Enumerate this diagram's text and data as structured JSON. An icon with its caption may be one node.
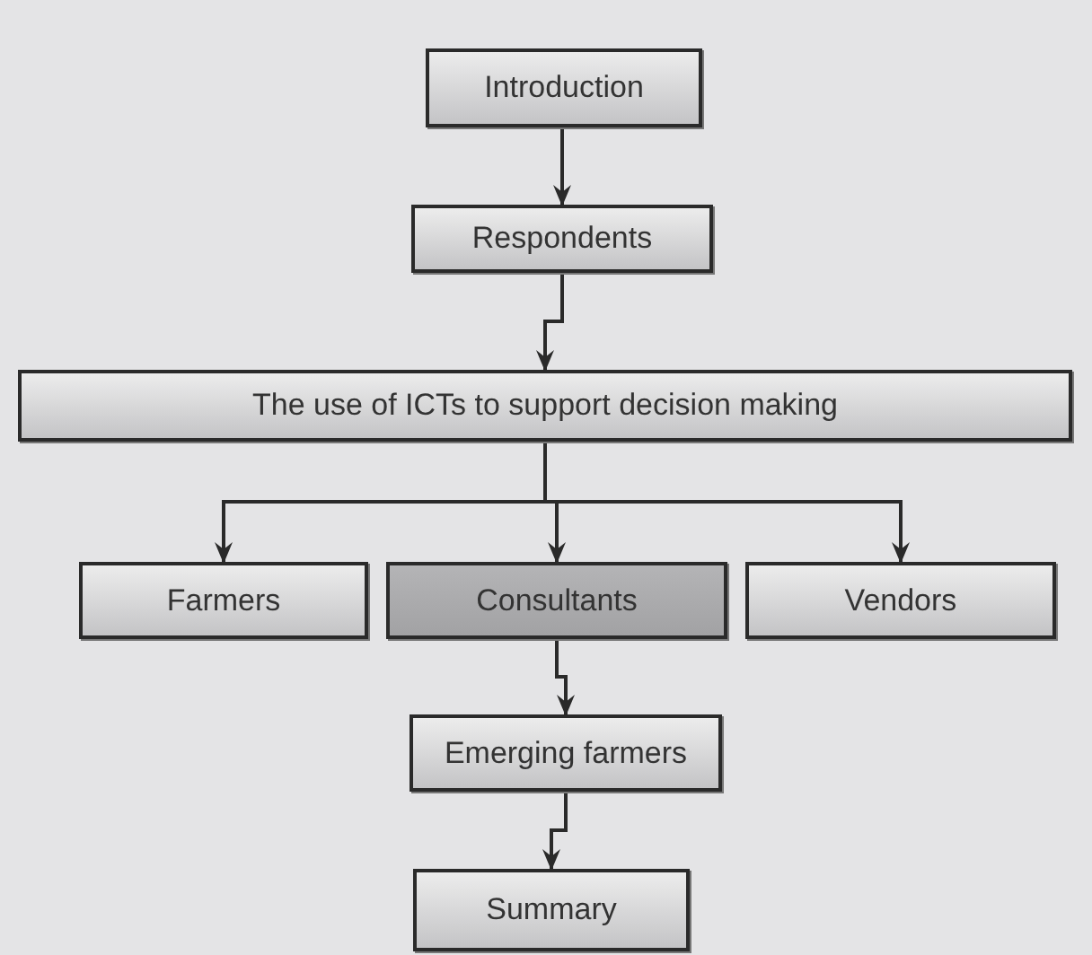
{
  "diagram": {
    "nodes": [
      {
        "text": [
          "Introduction"
        ]
      },
      {
        "text": [
          "Respondents"
        ]
      },
      {
        "text": [
          "The use of ICTs to support decision making"
        ]
      },
      {
        "text": [
          "Farmers"
        ]
      },
      {
        "text": [
          "Consultants"
        ]
      },
      {
        "text": [
          "Vendors"
        ]
      },
      {
        "text": [
          "Emerging farmers"
        ]
      },
      {
        "text": [
          "Summary"
        ]
      }
    ],
    "edges": [
      {
        "from": 0,
        "to": 1,
        "arrow": "to"
      },
      {
        "from": 1,
        "to": 2,
        "arrow": "to"
      },
      {
        "from": 2,
        "to": 3,
        "arrow": "to"
      },
      {
        "from": 2,
        "to": 4,
        "arrow": "to"
      },
      {
        "from": 2,
        "to": 5,
        "arrow": "to"
      },
      {
        "from": 4,
        "to": 6,
        "arrow": "to"
      },
      {
        "from": 6,
        "to": 7,
        "arrow": "to"
      }
    ]
  }
}
